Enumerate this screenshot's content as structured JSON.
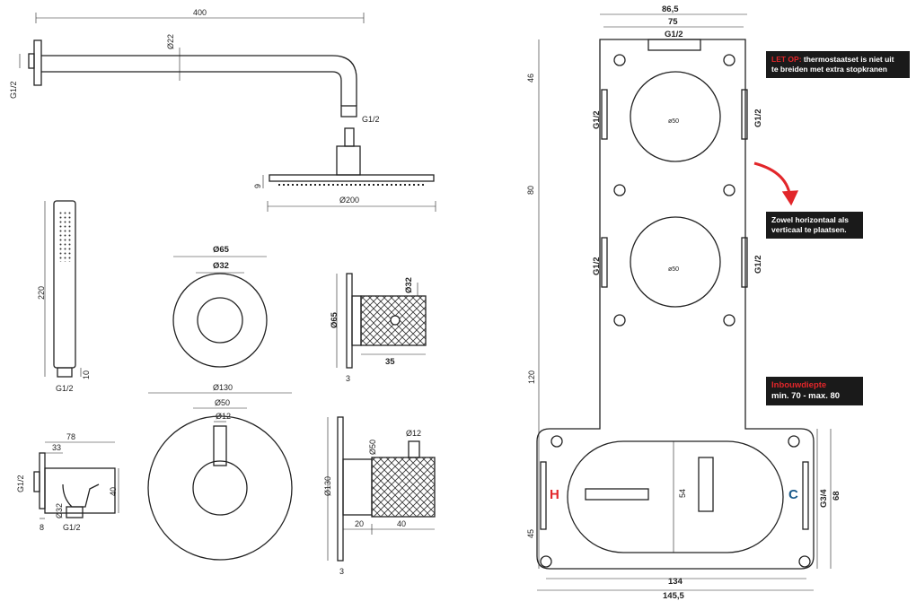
{
  "shower_arm": {
    "length": "400",
    "diameter": "Ø22",
    "wall_thread": "G1/2",
    "outlet_thread": "G1/2"
  },
  "shower_head": {
    "height": "9",
    "diameter": "Ø200"
  },
  "hand_shower": {
    "length": "220",
    "tip": "10",
    "thread": "G1/2"
  },
  "wall_outlet": {
    "width": "78",
    "offset": "33",
    "height": "40",
    "thread_left": "G1/2",
    "pipe_dia": "Ø32",
    "thread_bottom": "G1/2",
    "plate": "8"
  },
  "stop_valve": {
    "outer": "Ø65",
    "inner": "Ø32",
    "side_dia": "Ø65",
    "knob_dia": "Ø32",
    "knob_len": "35",
    "plate": "3"
  },
  "thermostat": {
    "outer": "Ø130",
    "mid": "Ø50",
    "spindle": "Ø12",
    "side_dia": "Ø130",
    "knob_dia": "Ø50",
    "spindle_dia": "Ø12",
    "depth1": "20",
    "depth2": "40",
    "plate": "3"
  },
  "box": {
    "top_width": "86,5",
    "top_inner": "75",
    "top_thread": "G1/2",
    "left_dims": [
      "46",
      "80",
      "120",
      "45"
    ],
    "side_threads": [
      "G1/2",
      "G1/2",
      "G1/2",
      "G1/2"
    ],
    "circle_labels": [
      "ø50",
      "ø50"
    ],
    "oval_height": "54",
    "right_thread": "G3/4",
    "right_height": "68",
    "bottom_inner": "134",
    "bottom_outer": "145,5",
    "hot": "H",
    "cold": "C"
  },
  "notes": {
    "warning_label": "LET OP:",
    "warning_line1": " thermostaatset is niet uit",
    "warning_line2": "te breiden met extra stopkranen",
    "orientation_line1": "Zowel horizontaal als",
    "orientation_line2": "verticaal te plaatsen.",
    "depth_title": "Inbouwdiepte",
    "depth_range": "min. 70 - max. 80"
  },
  "colors": {
    "hot": "#e2262a",
    "cold": "#1a5a8a",
    "arrow": "#e2262a"
  }
}
